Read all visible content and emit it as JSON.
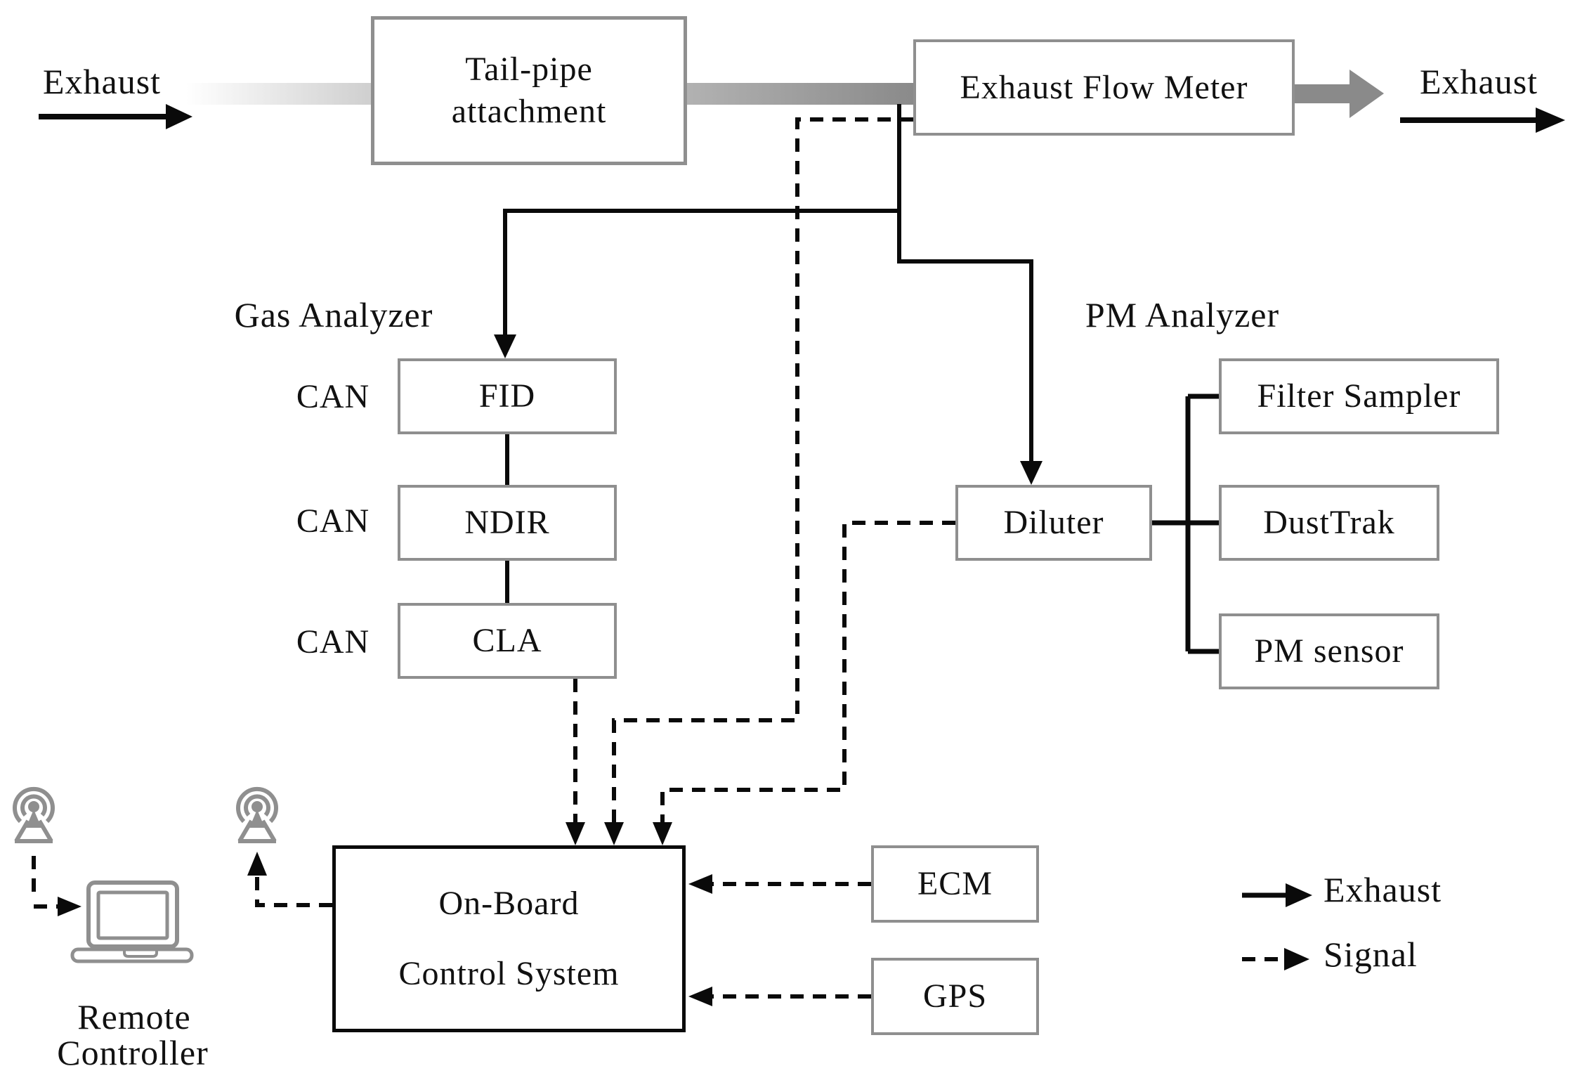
{
  "flow": {
    "exhaust_in": "Exhaust",
    "tailpipe_line1": "Tail-pipe",
    "tailpipe_line2": "attachment",
    "flow_meter": "Exhaust Flow Meter",
    "exhaust_out": "Exhaust"
  },
  "gas": {
    "section_label": "Gas Analyzer",
    "can": [
      "CAN",
      "CAN",
      "CAN"
    ],
    "fid": "FID",
    "ndir": "NDIR",
    "cla": "CLA"
  },
  "pm": {
    "section_label": "PM Analyzer",
    "diluter": "Diluter",
    "filter_sampler": "Filter Sampler",
    "dusttrak": "DustTrak",
    "pm_sensor": "PM sensor"
  },
  "control": {
    "onboard_line1": "On-Board",
    "onboard_line2": "Control System",
    "ecm": "ECM",
    "gps": "GPS"
  },
  "remote": {
    "line1": "Remote",
    "line2": "Controller"
  },
  "legend": {
    "exhaust": "Exhaust",
    "signal": "Signal"
  },
  "colors": {
    "line_black": "#0a0a0a",
    "box_border_gray": "#8f8f8f",
    "pipe_gray_dark": "#8a8a8a",
    "pipe_gray_light": "#d6d6d6",
    "icon_gray": "#8f8f8f"
  }
}
